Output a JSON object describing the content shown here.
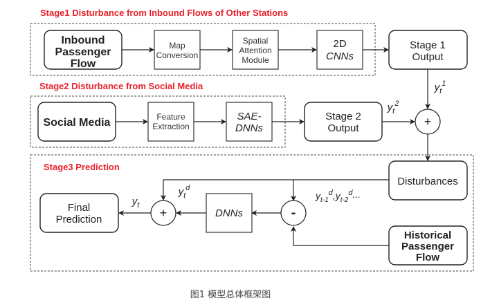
{
  "caption": "图1 模型总体框架图",
  "stages": {
    "stage1": {
      "title": "Stage1 Disturbance from Inbound Flows of Other Stations",
      "input": [
        "Inbound",
        "Passenger",
        "Flow"
      ],
      "map_conversion": [
        "Map",
        "Conversion"
      ],
      "spatial_attention": [
        "Spatial",
        "Attention",
        "Module"
      ],
      "cnn": [
        "2D",
        "CNNs"
      ],
      "output": [
        "Stage 1",
        "Output"
      ]
    },
    "stage2": {
      "title": "Stage2 Disturbance from Social Media",
      "input": "Social Media",
      "feature_extraction": [
        "Feature",
        "Extraction"
      ],
      "sae_dnns": [
        "SAE-",
        "DNNs"
      ],
      "output": [
        "Stage 2",
        "Output"
      ]
    },
    "stage3": {
      "title": "Stage3 Prediction",
      "disturbances": "Disturbances",
      "historical": [
        "Historical",
        "Passenger",
        "Flow"
      ],
      "dnns": "DNNs",
      "final": [
        "Final",
        "Prediction"
      ]
    }
  },
  "operators": {
    "sum_top": "+",
    "sum_bottom": "+",
    "minus": "-"
  },
  "labels": {
    "yt1_base": "y",
    "yt1_sub": "t",
    "yt1_sup": "1",
    "yt2_base": "y",
    "yt2_sub": "t",
    "yt2_sup": "2",
    "ytd_base": "y",
    "ytd_sub": "t",
    "ytd_sup": "d",
    "yt_base": "y",
    "yt_sub": "t",
    "lag_1_base": "y",
    "lag_1_sub": "t-1",
    "lag_1_sup": "d",
    "lag_sep": ",",
    "lag_2_base": "y",
    "lag_2_sub": "t-2",
    "lag_2_sup": "d",
    "lag_ellipsis": "..."
  }
}
